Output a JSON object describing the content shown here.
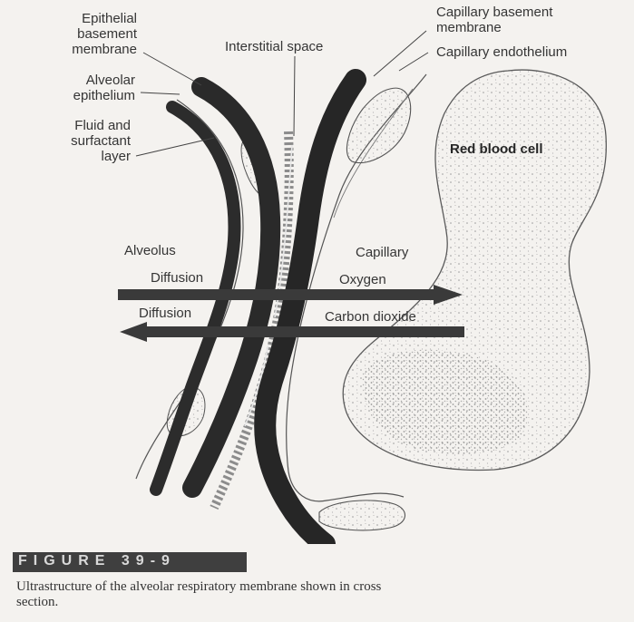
{
  "diagram": {
    "labels": {
      "epithelial_basement_membrane": [
        "Epithelial",
        "basement",
        "membrane"
      ],
      "alveolar_epithelium": [
        "Alveolar",
        "epithelium"
      ],
      "fluid_surfactant_layer": [
        "Fluid and",
        "surfactant",
        "layer"
      ],
      "interstitial_space": "Interstitial space",
      "capillary_basement_membrane": [
        "Capillary basement",
        "membrane"
      ],
      "capillary_endothelium": "Capillary endothelium",
      "red_blood_cell": "Red blood cell",
      "alveolus": "Alveolus",
      "capillary": "Capillary",
      "diffusion_top": "Diffusion",
      "oxygen": "Oxygen",
      "diffusion_bottom": "Diffusion",
      "carbon_dioxide": "Carbon dioxide"
    }
  },
  "figure": {
    "label": "FIGURE 39-9",
    "caption": [
      "Ultrastructure of the alveolar respiratory membrane shown in cross",
      "section."
    ]
  }
}
